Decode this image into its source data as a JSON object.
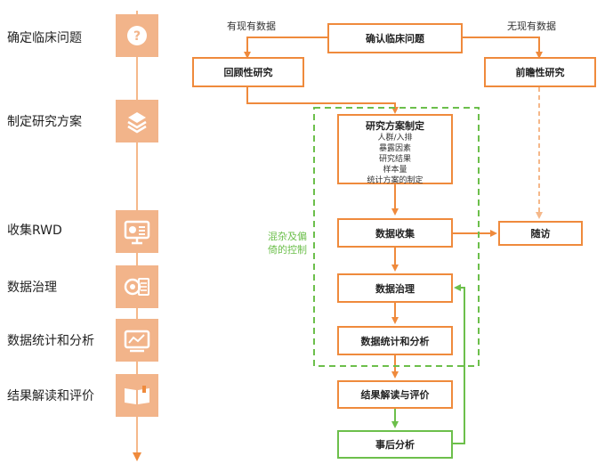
{
  "steps": [
    {
      "label": "确定临床问题",
      "icon": "question-icon"
    },
    {
      "label": "制定研究方案",
      "icon": "layers-icon"
    },
    {
      "label": "收集RWD",
      "icon": "monitor-chart-icon"
    },
    {
      "label": "数据治理",
      "icon": "data-settings-icon"
    },
    {
      "label": "数据统计和分析",
      "icon": "analytics-screen-icon"
    },
    {
      "label": "结果解读和评价",
      "icon": "open-book-icon"
    }
  ],
  "flow": {
    "confirm": "确认临床问题",
    "retro": "回顾性研究",
    "prosp": "前瞻性研究",
    "edge_existing": "有现有数据",
    "edge_none": "无现有数据",
    "plan_title": "研究方案制定",
    "plan_items": [
      "人群/入排",
      "暴露因素",
      "研究结果",
      "样本量",
      "统计方案的制定"
    ],
    "collect": "数据收集",
    "followup": "随访",
    "govern": "数据治理",
    "stats": "数据统计和分析",
    "interpret": "结果解读与评价",
    "posthoc": "事后分析",
    "confound_label": "混杂及偏倚的控制"
  },
  "colors": {
    "orange": "#ef8a3c",
    "peach": "#f2b48a",
    "green": "#6cbf4b",
    "light_orange": "#f5b88a"
  }
}
